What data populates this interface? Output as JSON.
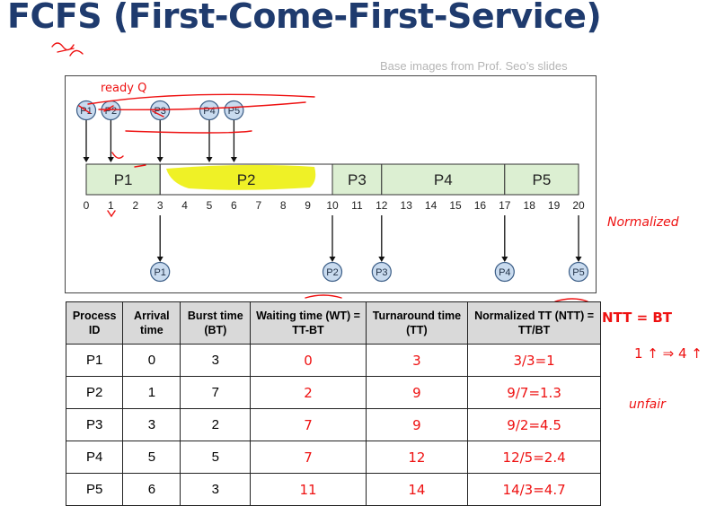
{
  "title": "FCFS (First-Come-First-Service)",
  "credit": "Base images from Prof. Seo’s slides",
  "arrivals": [
    {
      "label": "P1",
      "time": 0
    },
    {
      "label": "P2",
      "time": 1
    },
    {
      "label": "P3",
      "time": 3
    },
    {
      "label": "P4",
      "time": 5
    },
    {
      "label": "P5",
      "time": 6
    }
  ],
  "segments": [
    {
      "label": "P1",
      "start": 0,
      "end": 3
    },
    {
      "label": "P2",
      "start": 3,
      "end": 10
    },
    {
      "label": "P3",
      "start": 10,
      "end": 12
    },
    {
      "label": "P4",
      "start": 12,
      "end": 17
    },
    {
      "label": "P5",
      "start": 17,
      "end": 20
    }
  ],
  "ticks": [
    "0",
    "1",
    "2",
    "3",
    "4",
    "5",
    "6",
    "7",
    "8",
    "9",
    "10",
    "11",
    "12",
    "13",
    "14",
    "15",
    "16",
    "17",
    "18",
    "19",
    "20"
  ],
  "completions": [
    {
      "label": "P1",
      "time": 3
    },
    {
      "label": "P2",
      "time": 10
    },
    {
      "label": "P3",
      "time": 12
    },
    {
      "label": "P4",
      "time": 17
    },
    {
      "label": "P5",
      "time": 20
    }
  ],
  "table": {
    "headers": [
      "Process ID",
      "Arrival time",
      "Burst time (BT)",
      "Waiting time (WT) = TT-BT",
      "Turnaround time (TT)",
      "Normalized TT (NTT) = TT/BT"
    ],
    "rows": [
      {
        "pid": "P1",
        "arrival": "0",
        "burst": "3",
        "wt": "0",
        "tt": "3",
        "ntt": "3/3=1"
      },
      {
        "pid": "P2",
        "arrival": "1",
        "burst": "7",
        "wt": "2",
        "tt": "9",
        "ntt": "9/7=1.3"
      },
      {
        "pid": "P3",
        "arrival": "3",
        "burst": "2",
        "wt": "7",
        "tt": "9",
        "ntt": "9/2=4.5"
      },
      {
        "pid": "P4",
        "arrival": "5",
        "burst": "5",
        "wt": "7",
        "tt": "12",
        "ntt": "12/5=2.4"
      },
      {
        "pid": "P5",
        "arrival": "6",
        "burst": "3",
        "wt": "11",
        "tt": "14",
        "ntt": "14/3=4.7"
      }
    ]
  },
  "annotations": {
    "normalized": "Normalized",
    "ntt_formula": "NTT = BT",
    "one_arrow": "1 ↑ ⇒ 4 ↑",
    "unfair": "unfair"
  },
  "colors": {
    "title": "#1f3b6e",
    "segment_fill": "#dcefd2",
    "circle_fill": "#c9dbef",
    "ink": "#e11111",
    "highlight": "#eef01a"
  }
}
